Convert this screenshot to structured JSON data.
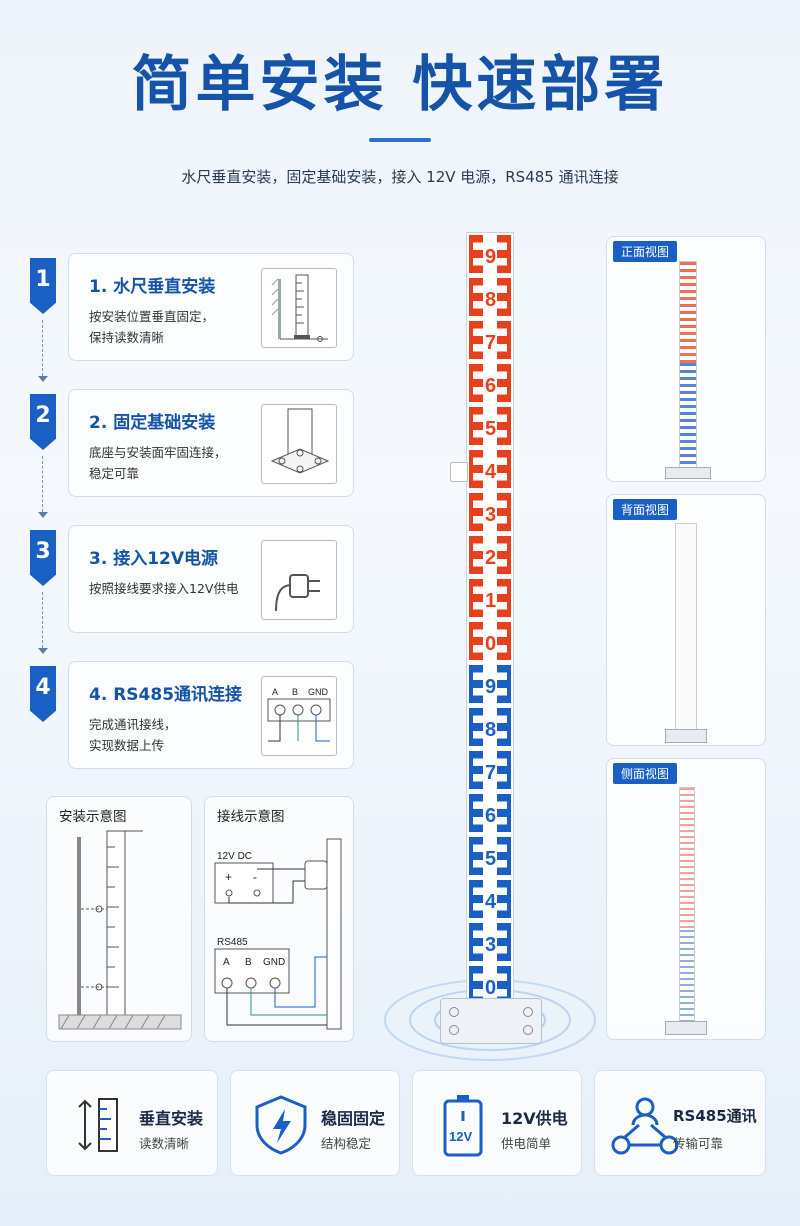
{
  "header": {
    "title": "简单安装 快速部署",
    "subtitle": "水尺垂直安装，固定基础安装，接入 12V 电源，RS485 通讯连接"
  },
  "steps": [
    {
      "num": "1",
      "title": "1. 水尺垂直安装",
      "desc": [
        "按安装位置垂直固定，",
        "保持读数清晰"
      ]
    },
    {
      "num": "2",
      "title": "2. 固定基础安装",
      "desc": [
        "底座与安装面牢固连接，",
        "稳定可靠"
      ]
    },
    {
      "num": "3",
      "title": "3. 接入12V电源",
      "desc": [
        "按照接线要求接入12V供电"
      ]
    },
    {
      "num": "4",
      "title": "4. RS485通讯连接",
      "desc": [
        "完成通讯接线，",
        "实现数据上传"
      ],
      "terminals": [
        "A",
        "B",
        "GND"
      ]
    }
  ],
  "diagrams": {
    "install": {
      "title": "安装示意图"
    },
    "wiring": {
      "title": "接线示意图",
      "power_label": "12V DC",
      "plus": "+",
      "minus": "-",
      "rs485_label": "RS485",
      "terminals": [
        "A",
        "B",
        "GND"
      ]
    }
  },
  "pole": {
    "red_digits": [
      "9",
      "8",
      "7",
      "6",
      "5",
      "4",
      "3",
      "2",
      "1",
      "0"
    ],
    "blue_digits": [
      "9",
      "8",
      "7",
      "6",
      "5",
      "4",
      "3",
      "0"
    ],
    "colors": {
      "red": "#e8401c",
      "blue": "#1a5fc3"
    }
  },
  "views": [
    {
      "label": "正面视图"
    },
    {
      "label": "背面视图"
    },
    {
      "label": "侧面视图"
    }
  ],
  "features": [
    {
      "title": "垂直安装",
      "sub": "读数清晰",
      "icon": "ruler-arrows-icon"
    },
    {
      "title": "稳固固定",
      "sub": "结构稳定",
      "icon": "shield-bolt-icon"
    },
    {
      "title": "12V供电",
      "sub": "供电简单",
      "icon": "battery-icon",
      "icon_text": "12V"
    },
    {
      "title": "RS485通讯",
      "sub": "传输可靠",
      "icon": "network-icon"
    }
  ],
  "colors": {
    "brand": "#1553a8",
    "accent": "#1a5fc3"
  }
}
